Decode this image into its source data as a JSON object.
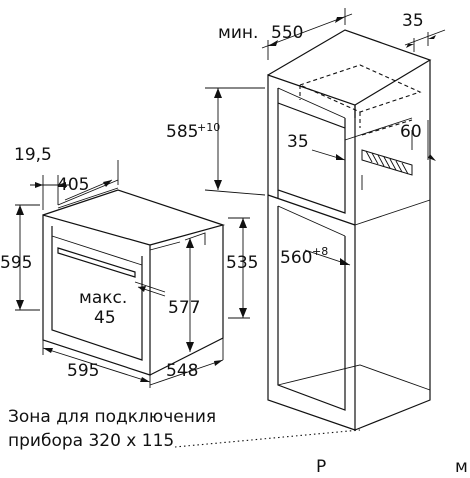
{
  "labels": {
    "cab_width_prefix": "мин.",
    "cab_width": "550",
    "cab_depth": "35",
    "niche_height": "585",
    "niche_height_tol": "+10",
    "vent_a": "35",
    "vent_b": "60",
    "lower_niche": "560",
    "lower_niche_tol": "+8",
    "oven_top_offset": "19,5",
    "oven_depth": "405",
    "oven_height": "595",
    "oven_body_height": "535",
    "oven_front_height": "577",
    "door_gap_prefix": "макс.",
    "door_gap": "45",
    "oven_width": "595",
    "oven_body_width": "548",
    "corner_letter_left": "Р",
    "corner_letter_right": "м"
  },
  "caption": {
    "line1": "Зона для подключения",
    "line2": "прибора 320 х 115"
  }
}
